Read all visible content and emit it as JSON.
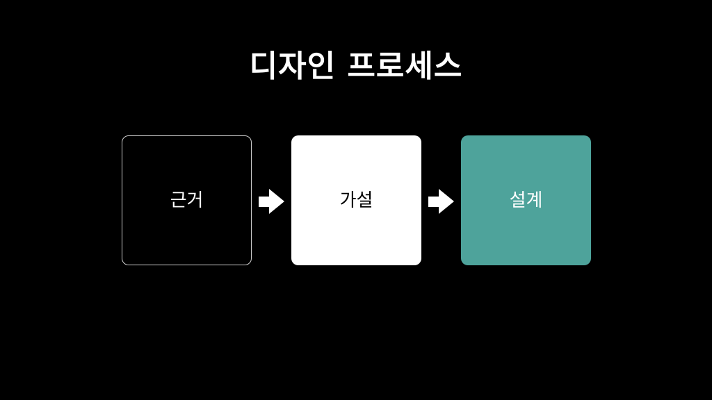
{
  "title": "디자인 프로세스",
  "steps": [
    {
      "label": "근거",
      "style": "outline",
      "background": "#000000",
      "border": "#d0d0d0",
      "text_color": "#ffffff"
    },
    {
      "label": "가설",
      "style": "filled",
      "background": "#ffffff",
      "text_color": "#000000"
    },
    {
      "label": "설계",
      "style": "filled",
      "background": "#4ea39b",
      "text_color": "#ffffff"
    }
  ],
  "connectors": [
    {
      "icon": "arrow-right-icon",
      "from": 0,
      "to": 1
    },
    {
      "icon": "arrow-right-icon",
      "from": 1,
      "to": 2
    }
  ]
}
